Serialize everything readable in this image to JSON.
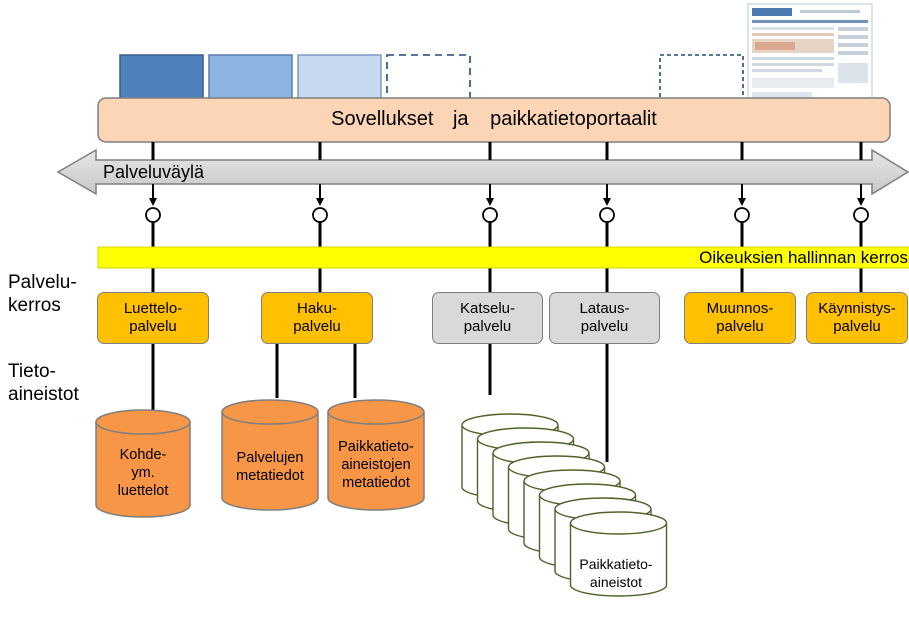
{
  "apps_bar": {
    "label_left": "Sovellukset",
    "label_mid": "ja",
    "label_right": "paikkatietoportaalit"
  },
  "service_bus": {
    "label": "Palveluväylä"
  },
  "rights_layer": {
    "label": "Oikeuksien hallinnan kerros"
  },
  "side_labels": {
    "service_layer_1": "Palvelu-",
    "service_layer_2": "kerros",
    "datasets_1": "Tieto-",
    "datasets_2": "aineistot"
  },
  "services": [
    {
      "line1": "Luettelo-",
      "line2": "palvelu"
    },
    {
      "line1": "Haku-",
      "line2": "palvelu"
    },
    {
      "line1": "Katselu-",
      "line2": "palvelu"
    },
    {
      "line1": "Lataus-",
      "line2": "palvelu"
    },
    {
      "line1": "Muunnos-",
      "line2": "palvelu"
    },
    {
      "line1": "Käynnistys-",
      "line2": "palvelu"
    }
  ],
  "datasets": [
    {
      "line1": "Kohde-",
      "line2": "ym.",
      "line3": "luettelot"
    },
    {
      "line1": "Palvelujen",
      "line2": "metatiedot",
      "line3": ""
    },
    {
      "line1": "Paikkatieto-",
      "line2": "aineistojen",
      "line3": "metatiedot"
    },
    {
      "line1": "Paikkatieto-",
      "line2": "aineistot",
      "line3": ""
    }
  ],
  "colors": {
    "apps_fill": "#fbd5b5",
    "apps_border": "#7f7f7f",
    "bus_fill": "#d9d9d9",
    "rights_fill": "#ffff00",
    "service_orange": "#ffc000",
    "service_grey": "#d9d9d9",
    "db_orange": "#f79646",
    "db_white": "#ffffff",
    "db_white_stroke": "#4f6228",
    "app_blue_1": "#4f81bd",
    "app_blue_2": "#8db3e2",
    "app_blue_3": "#c6d9f1",
    "dashed_border": "#1f497d"
  }
}
